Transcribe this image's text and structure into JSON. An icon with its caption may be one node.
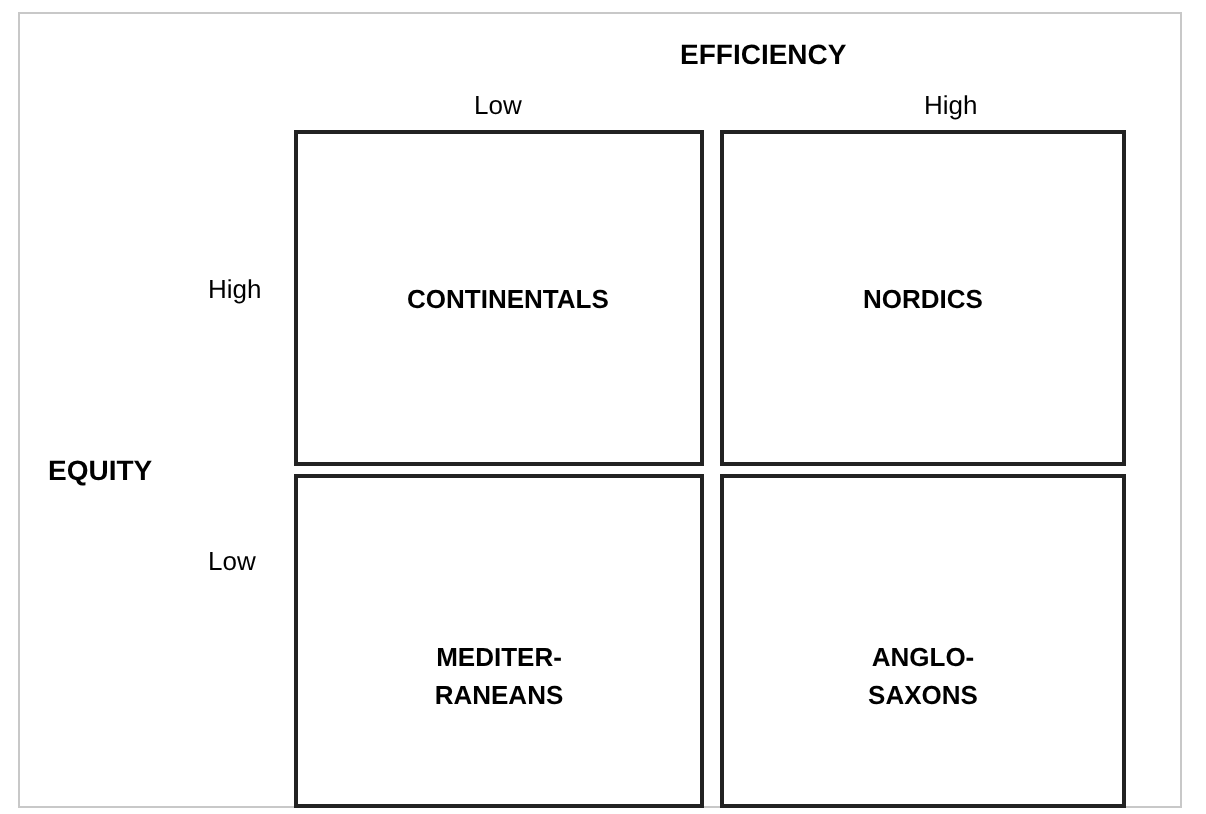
{
  "diagram": {
    "nodes": [
      {
        "text": [
          "CONTINENTALS"
        ]
      },
      {
        "text": [
          "NORDICS"
        ]
      },
      {
        "text": [
          "MEDITER- RANEANS"
        ]
      },
      {
        "text": [
          "ANGLO- SAXONS"
        ]
      }
    ],
    "labels": [
      "EFFICIENCY",
      "Low",
      "High",
      "High",
      "EQUITY",
      "Low"
    ]
  }
}
